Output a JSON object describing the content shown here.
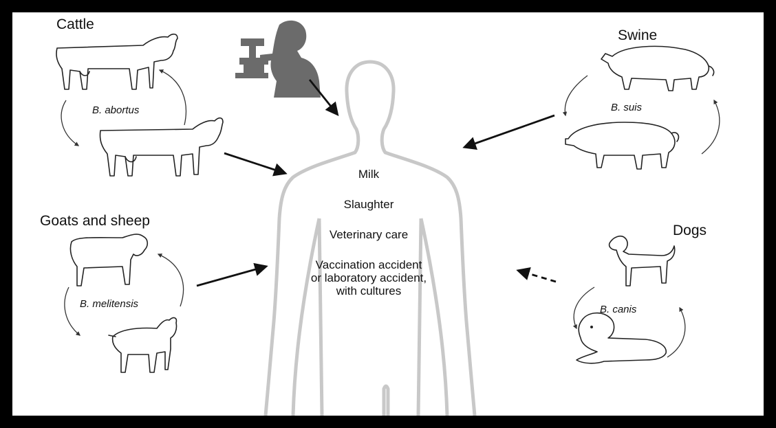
{
  "groups": {
    "cattle": {
      "label": "Cattle",
      "species": "B. abortus"
    },
    "swine": {
      "label": "Swine",
      "species": "B. suis"
    },
    "goats_sheep": {
      "label": "Goats and sheep",
      "species": "B. melitensis"
    },
    "dogs": {
      "label": "Dogs",
      "species": "B. canis"
    }
  },
  "routes": {
    "milk": "Milk",
    "slaughter": "Slaughter",
    "veterinary": "Veterinary care",
    "vaccination_line1": "Vaccination accident",
    "vaccination_line2": "or laboratory accident,",
    "vaccination_line3": "with cultures"
  },
  "colors": {
    "background": "#ffffff",
    "frame": "#000000",
    "human_outline": "#c8c8c8",
    "scientist_silhouette": "#6b6b6b",
    "arrows": "#111111"
  },
  "icons": [
    "cow",
    "pig",
    "sheep",
    "goat",
    "dog",
    "scientist-silhouette",
    "human-silhouette"
  ]
}
